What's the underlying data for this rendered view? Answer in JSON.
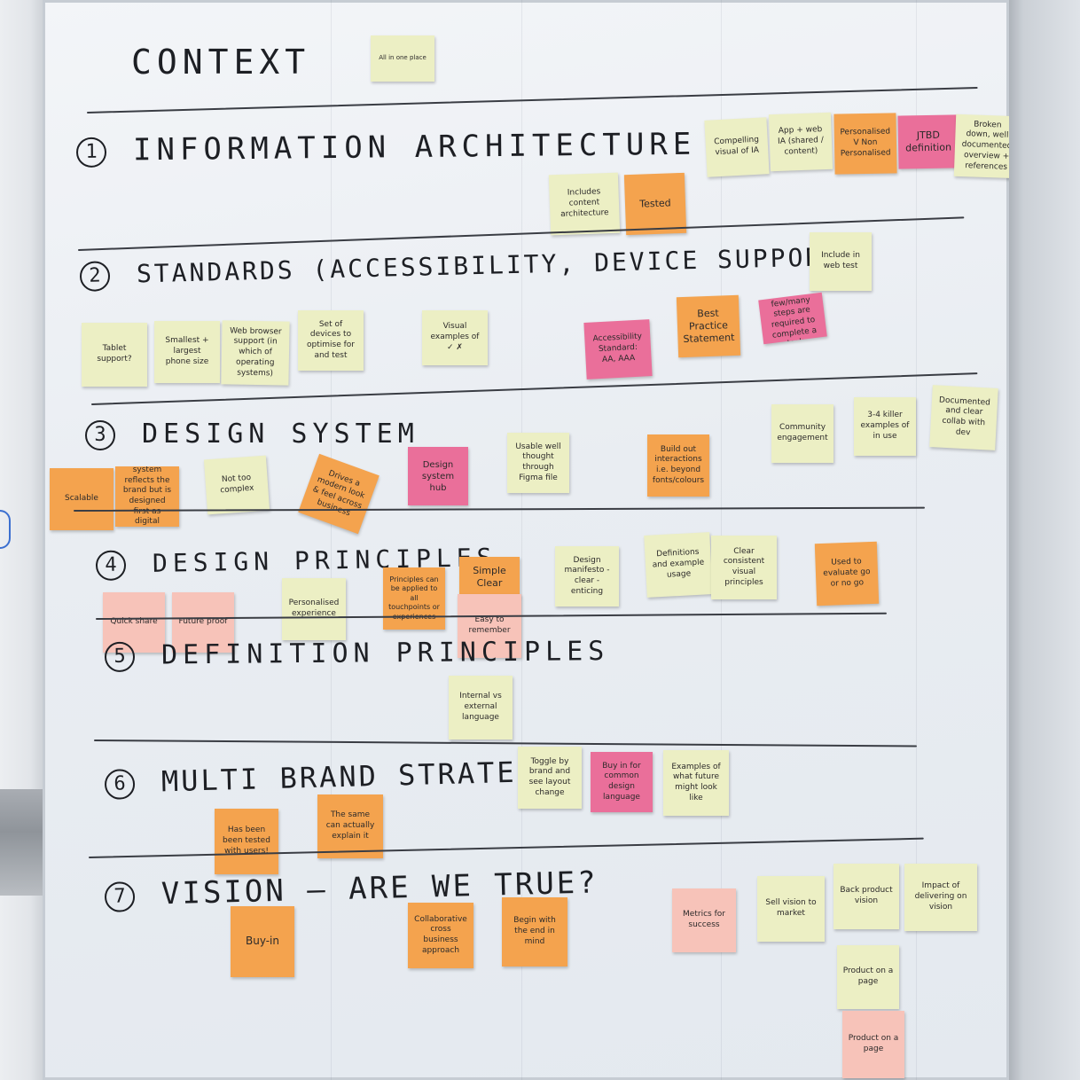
{
  "sections": [
    {
      "id": "context",
      "title": "CONTEXT"
    },
    {
      "id": "ia",
      "number": "1",
      "title": "INFORMATION ARCHITECTURE"
    },
    {
      "id": "standards",
      "number": "2",
      "title": "STANDARDS (ACCESSIBILITY, DEVICE SUPPORT)"
    },
    {
      "id": "design-system",
      "number": "3",
      "title": "DESIGN SYSTEM"
    },
    {
      "id": "design-principles",
      "number": "4",
      "title": "DESIGN PRINCIPLES"
    },
    {
      "id": "definition-principles",
      "number": "5",
      "title": "DEFINITION PRINCIPLES"
    },
    {
      "id": "multi-brand",
      "number": "6",
      "title": "MULTI BRAND STRATEGY"
    },
    {
      "id": "vision",
      "number": "7",
      "title": "VISION — ARE WE TRUE?"
    }
  ],
  "notes": {
    "context": [
      "All in one place"
    ],
    "ia": [
      "Includes content architecture",
      "Tested",
      "Compelling visual of IA",
      "App + web IA (shared / content)",
      "Personalised V Non Personalised",
      "JTBD definition",
      "Broken down, well documented overview + references"
    ],
    "standards": [
      "Tablet support?",
      "Smallest + largest phone size",
      "Web browser support (in which of operating systems)",
      "Set of devices to optimise for and test",
      "Visual examples of ✓ ✗",
      "Accessibility Standard: AA, AAA",
      "Best Practice Statement",
      "How few/many steps are required to complete a task",
      "Include in web test"
    ],
    "design_system": [
      "Scalable",
      "Design system reflects the brand but is designed first as digital experience",
      "Not too complex",
      "Drives a modern look & feel across business",
      "Design system hub",
      "Usable well thought through Figma file",
      "Build out interactions i.e. beyond fonts/colours",
      "Community engagement",
      "3-4 killer examples of in use",
      "Documented and clear collab with dev"
    ],
    "design_principles": [
      "Quick share",
      "Future proof",
      "Personalised experience",
      "Principles can be applied to all touchpoints or experiences",
      "Simple Clear",
      "Easy to remember",
      "Design manifesto - clear - enticing",
      "Definitions and example usage",
      "Clear consistent visual principles",
      "Used to evaluate go or no go"
    ],
    "definition_principles": [
      "Internal vs external language"
    ],
    "multi_brand": [
      "Toggle by brand and see layout change",
      "Buy in for common design language",
      "Examples of what future might look like",
      "Has been been tested with users!",
      "The same can actually explain it"
    ],
    "vision": [
      "Buy-in",
      "Collaborative cross business approach",
      "Begin with the end in mind",
      "Metrics for success",
      "Sell vision to market",
      "Back product vision",
      "Impact of delivering on vision",
      "Product on a page",
      "Product on a page"
    ]
  }
}
